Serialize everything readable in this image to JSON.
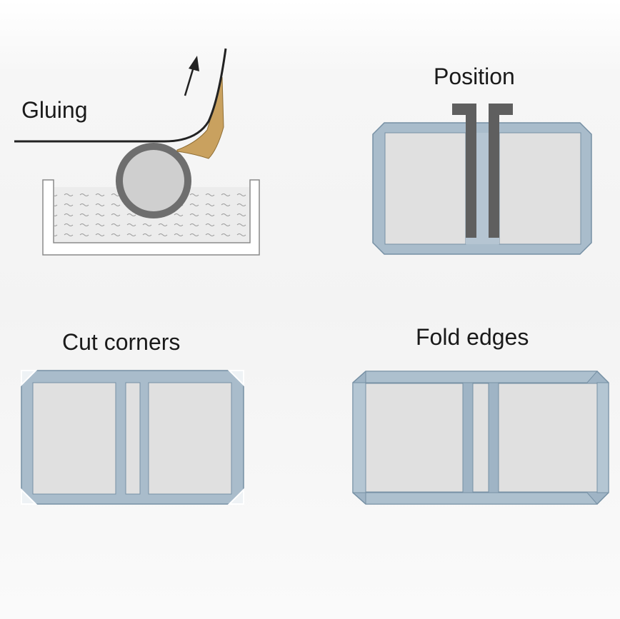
{
  "colors": {
    "background": "#f7f7f7",
    "panel_fill": "#e0e0e0",
    "frame_stroke": "#8aa3b6",
    "frame_dark": "#7690a4",
    "roller_outer": "#6e6e6e",
    "roller_inner": "#cfcfcf",
    "glue": "#c9a15f",
    "guide_tool": "#5f5f5f",
    "text": "#1a1a1a",
    "line": "#222222"
  },
  "steps": {
    "gluing": {
      "label": "Gluing"
    },
    "position": {
      "label": "Position"
    },
    "cut_corners": {
      "label": "Cut corners"
    },
    "fold_edges": {
      "label": "Fold edges"
    }
  }
}
